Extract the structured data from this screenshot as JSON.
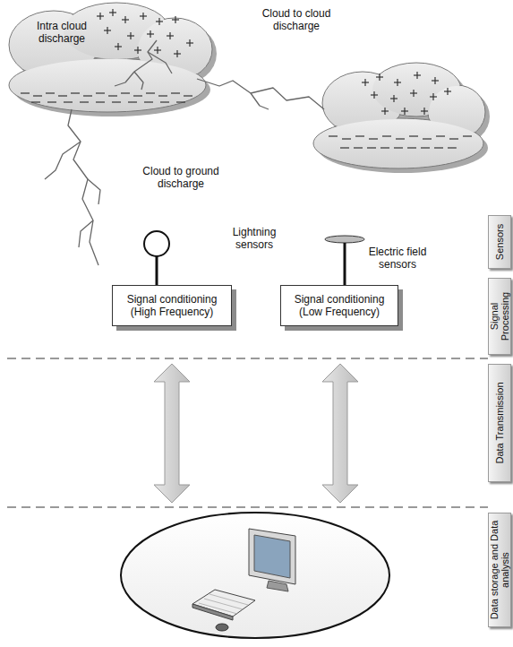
{
  "diagram": {
    "nodes": [
      {
        "text": [
          "Signal conditioning (High Frequency)"
        ]
      },
      {
        "text": [
          "Signal conditioning (Low Frequency)"
        ]
      },
      {
        "text": [
          "Sensors"
        ]
      },
      {
        "text": [
          "Signal Processing"
        ]
      },
      {
        "text": [
          "Data Transmission"
        ]
      },
      {
        "text": [
          "Data storage and Data analysis"
        ]
      }
    ],
    "labels": [
      "Intra cloud discharge",
      "Cloud to cloud discharge",
      "Cloud to ground discharge",
      "Lightning sensors",
      "Electric field sensors"
    ]
  }
}
